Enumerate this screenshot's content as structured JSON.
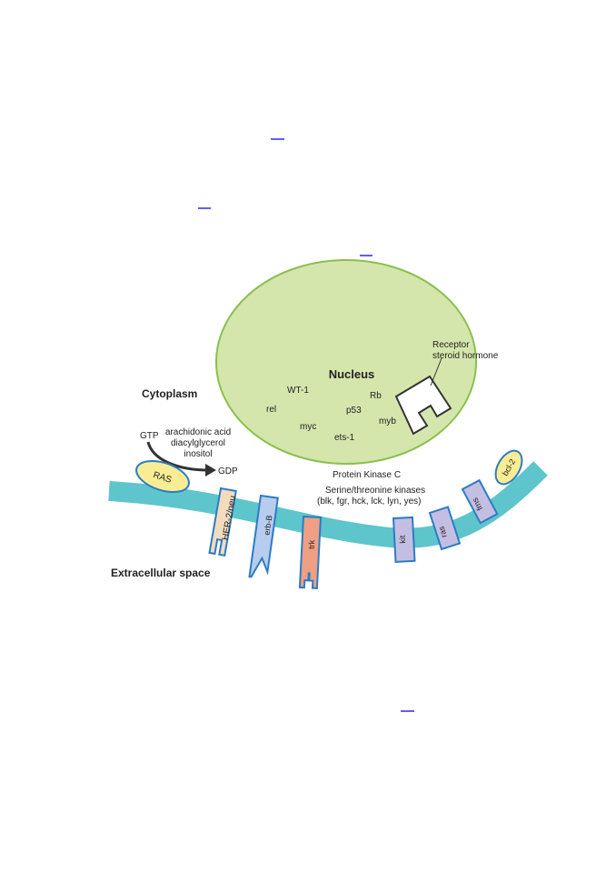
{
  "diagram": {
    "nucleus": {
      "title": "Nucleus",
      "genes": [
        "WT-1",
        "Rb",
        "rel",
        "p53",
        "myb",
        "myc",
        "ets-1"
      ],
      "receptor_label_line1": "Receptor",
      "receptor_label_line2": "steroid hormone"
    },
    "cytoplasm_label": "Cytoplasm",
    "extracellular_label": "Extracellular space",
    "gtp": "GTP",
    "gdp": "GDP",
    "second_messengers": [
      "arachidonic acid",
      "diacylglycerol",
      "inositol"
    ],
    "pkc_label": "Protein Kinase C",
    "serine_line1": "Serine/threonine kinases",
    "serine_line2": "(blk, fgr, hck, lck, lyn, yes)",
    "ras_protein": "RAS",
    "bcl2": "bcl-2",
    "receptors": [
      "HER-2/neu",
      "erb-B",
      "trk",
      "kit",
      "ras",
      "fms"
    ]
  },
  "colors": {
    "nucleus_fill": "#d5e6ad",
    "nucleus_stroke": "#8bbf4e",
    "membrane": "#5ec5cc",
    "receptor_blue_fill": "#b7ccee",
    "receptor_blue_stroke": "#2c7cc4",
    "her2_fill": "#f3dbbe",
    "trk_fill": "#ef9f83",
    "purple_fill": "#c4bfe2",
    "yellow_fill": "#f8ed94",
    "yellow_stroke": "#2c7cc4",
    "link": "#1a1aff"
  }
}
